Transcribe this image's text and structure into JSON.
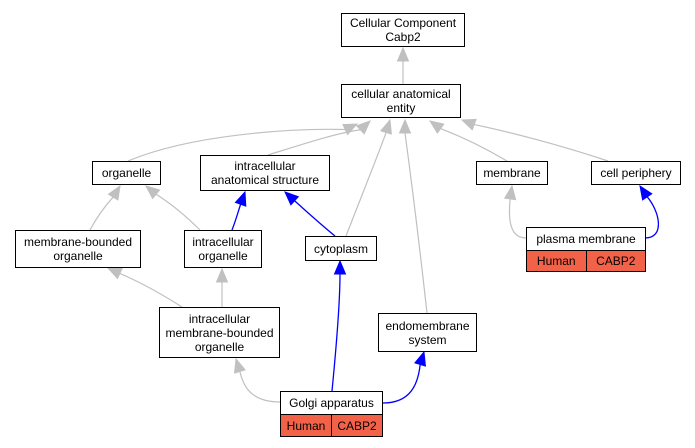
{
  "nodes": {
    "cc_cabp2": [
      "Cellular Component",
      "Cabp2"
    ],
    "cellular_anatomical_entity": [
      "cellular anatomical",
      "entity"
    ],
    "organelle": [
      "organelle"
    ],
    "intracellular_anatomical_structure": [
      "intracellular",
      "anatomical structure"
    ],
    "membrane": [
      "membrane"
    ],
    "cell_periphery": [
      "cell periphery"
    ],
    "membrane_bounded_organelle": [
      "membrane-bounded",
      "organelle"
    ],
    "intracellular_organelle": [
      "intracellular",
      "organelle"
    ],
    "cytoplasm": [
      "cytoplasm"
    ],
    "plasma_membrane": [
      "plasma membrane"
    ],
    "intracellular_membrane_bounded_organelle": [
      "intracellular",
      "membrane-bounded",
      "organelle"
    ],
    "endomembrane_system": [
      "endomembrane",
      "system"
    ],
    "golgi_apparatus": [
      "Golgi apparatus"
    ]
  },
  "annotations": {
    "plasma_membrane": [
      "Human",
      "CABP2"
    ],
    "golgi_apparatus": [
      "Human",
      "CABP2"
    ]
  },
  "colors": {
    "gray_edge": "#c0c0c0",
    "blue_edge": "#0000ff",
    "annotation_fill": "#f26249"
  }
}
